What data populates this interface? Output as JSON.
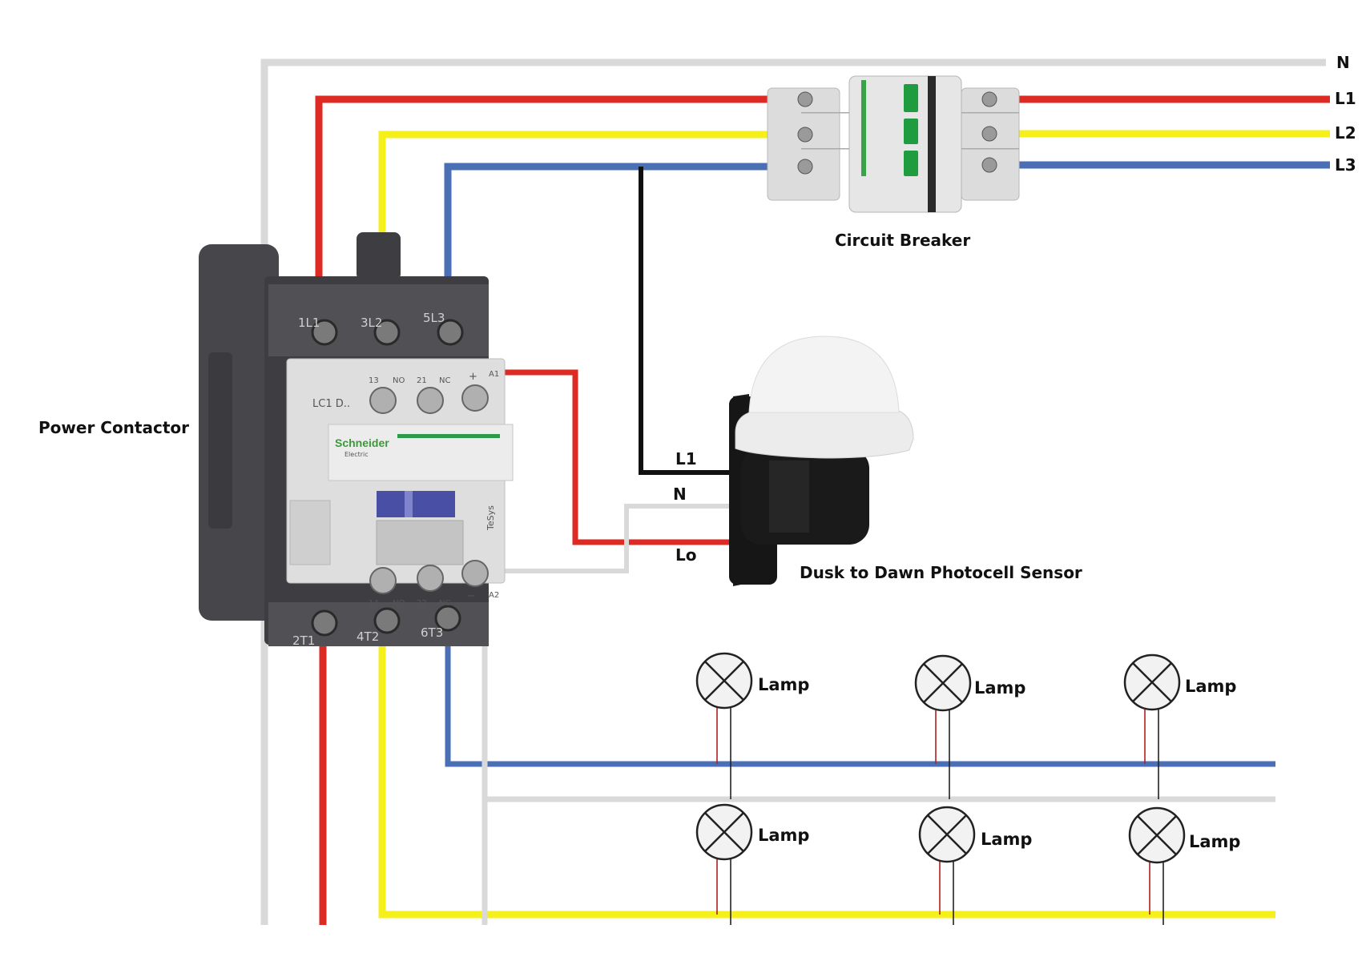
{
  "bus_labels": {
    "n": "N",
    "l1": "L1",
    "l2": "L2",
    "l3": "L3"
  },
  "components": {
    "circuit_breaker": "Circuit Breaker",
    "power_contactor": "Power Contactor",
    "photocell_sensor": "Dusk to Dawn Photocell Sensor"
  },
  "sensor_terminals": {
    "l1": "L1",
    "n": "N",
    "lo": "Lo"
  },
  "contactor_markings": {
    "top_terminals": [
      "1L1",
      "3L2",
      "5L3"
    ],
    "aux_top": [
      "13",
      "NO",
      "21",
      "NC",
      "+",
      "A1"
    ],
    "model": "LC1 D..",
    "brand": "Schneider",
    "brand_sub": "Electric",
    "series": "TeSys",
    "aux_bottom": [
      "14",
      "NO",
      "22",
      "NC",
      "−",
      "A2"
    ],
    "bottom_terminals": [
      "2T1",
      "4T2",
      "6T3"
    ]
  },
  "lamps": [
    "Lamp",
    "Lamp",
    "Lamp",
    "Lamp",
    "Lamp",
    "Lamp"
  ],
  "colors": {
    "neutral": "#d9d9d9",
    "l1": "#dd2a22",
    "l2": "#f5ef1a",
    "l3": "#4a6fb5",
    "control": "#111111"
  }
}
